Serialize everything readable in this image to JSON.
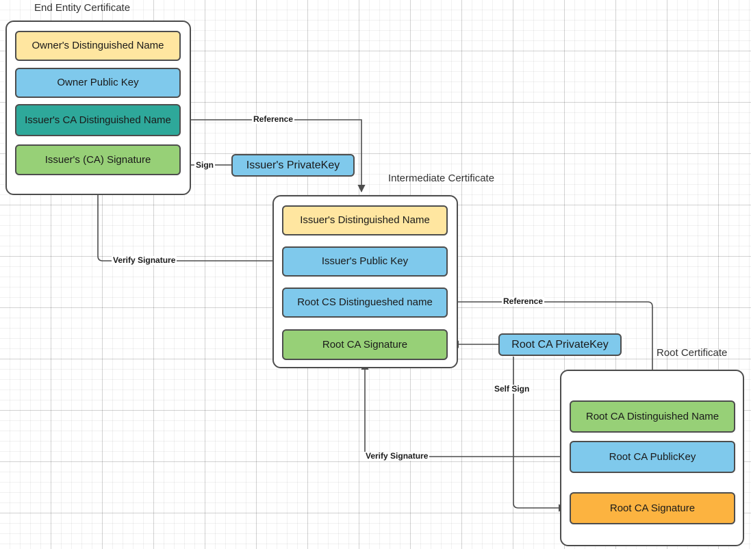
{
  "diagram": {
    "title_labels": [
      {
        "id": "end-entity",
        "text": "End Entity Certificate"
      },
      {
        "id": "intermediate",
        "text": "Intermediate Certificate"
      },
      {
        "id": "root",
        "text": "Root Certificate"
      }
    ],
    "colors": {
      "yellow": "#ffe6a0",
      "blue": "#7fc9ec",
      "teal": "#2ea89a",
      "green": "#97d077",
      "orange": "#fcb340",
      "stroke": "#4d4d4d",
      "text": "#1a1a1a",
      "background": "#ffffff"
    },
    "end_entity_certificate": {
      "title": "End Entity Certificate",
      "fields": [
        {
          "label": "Owner's Distinguished Name",
          "color": "yellow"
        },
        {
          "label": "Owner Public  Key",
          "color": "blue"
        },
        {
          "label": "Issuer's CA Distinguished Name",
          "color": "teal"
        },
        {
          "label": "Issuer's (CA) Signature",
          "color": "green"
        }
      ]
    },
    "intermediate_certificate": {
      "title": "Intermediate Certificate",
      "fields": [
        {
          "label": "Issuer's Distinguished Name",
          "color": "yellow"
        },
        {
          "label": "Issuer's Public  Key",
          "color": "blue"
        },
        {
          "label": "Root CS Distingueshed name",
          "color": "blue"
        },
        {
          "label": "Root CA Signature",
          "color": "green"
        }
      ]
    },
    "root_certificate": {
      "title": "Root Certificate",
      "fields": [
        {
          "label": "Root CA Distinguished Name",
          "color": "green"
        },
        {
          "label": "Root CA PublicKey",
          "color": "blue"
        },
        {
          "label": "Root CA Signature",
          "color": "orange"
        }
      ]
    },
    "keys": [
      {
        "id": "issuer-private-key",
        "label": "Issuer's PrivateKey",
        "color": "blue"
      },
      {
        "id": "root-ca-private-key",
        "label": "Root CA PrivateKey",
        "color": "blue"
      }
    ],
    "edge_labels": [
      {
        "id": "reference-top",
        "text": "Reference"
      },
      {
        "id": "sign",
        "text": "Sign"
      },
      {
        "id": "verify-signature-top",
        "text": "Verify Signature"
      },
      {
        "id": "reference-bottom",
        "text": "Reference"
      },
      {
        "id": "self-sign",
        "text": "Self Sign"
      },
      {
        "id": "verify-signature-bottom",
        "text": "Verify Signature"
      }
    ]
  }
}
